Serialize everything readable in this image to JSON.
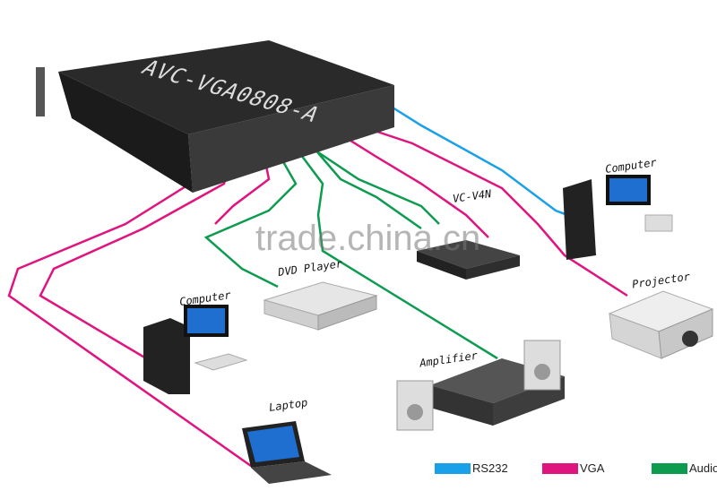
{
  "device_title": "AVC-VGA0808-A",
  "devices": {
    "computer_right": "Computer",
    "converter": "VC-V4N",
    "dvd": "DVD Player",
    "projector": "Projector",
    "computer_left": "Computer",
    "amplifier": "Amplifier",
    "laptop": "Laptop"
  },
  "legend": [
    {
      "label": "RS232",
      "color": "#1aa0e8"
    },
    {
      "label": "VGA",
      "color": "#e0147f"
    },
    {
      "label": "Audio",
      "color": "#0d9b50"
    }
  ],
  "watermark": "trade.china.cn"
}
